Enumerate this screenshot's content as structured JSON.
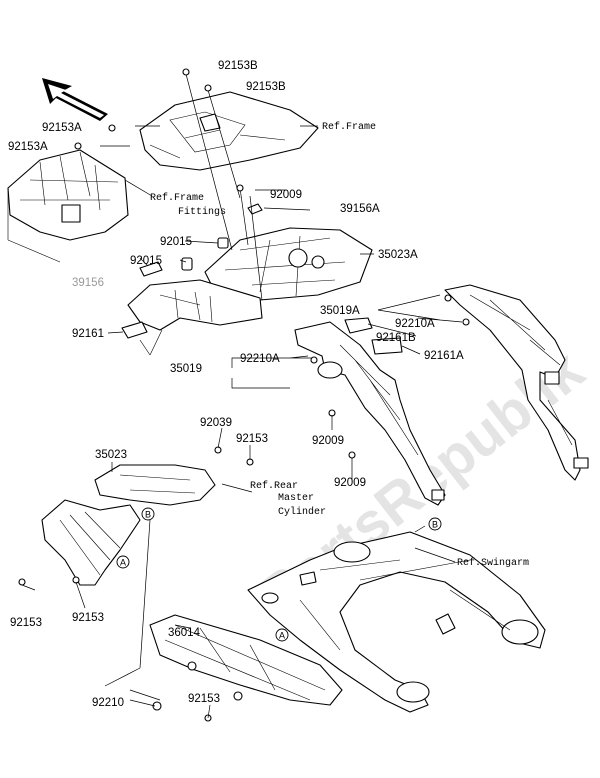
{
  "watermark": "PartsRepublik",
  "callouts": {
    "c1": "92153B",
    "c2": "92153B",
    "c3": "92153A",
    "c4": "92153A",
    "c5": "92009",
    "c6": "39156A",
    "c7": "92015",
    "c8": "92015",
    "c9": "35023A",
    "c10": "39156",
    "c11": "92161",
    "c12": "35019A",
    "c13": "92210A",
    "c14": "92161B",
    "c15": "35019",
    "c16": "92210A",
    "c17": "92161A",
    "c18": "92009",
    "c19": "92009",
    "c20": "92039",
    "c21": "92153",
    "c22": "35023",
    "c23": "92153",
    "c24": "92153",
    "c25": "36014",
    "c26": "92210",
    "c27": "92153"
  },
  "refs": {
    "ref_frame": "Ref.Frame",
    "ref_frame_fittings_1": "Ref.Frame",
    "ref_frame_fittings_2": "Fittings",
    "ref_rear_master_1": "Ref.Rear",
    "ref_rear_master_2": "Master",
    "ref_rear_master_3": "Cylinder",
    "ref_swingarm": "Ref.Swingarm"
  },
  "markers": {
    "a": "A",
    "b": "B"
  }
}
